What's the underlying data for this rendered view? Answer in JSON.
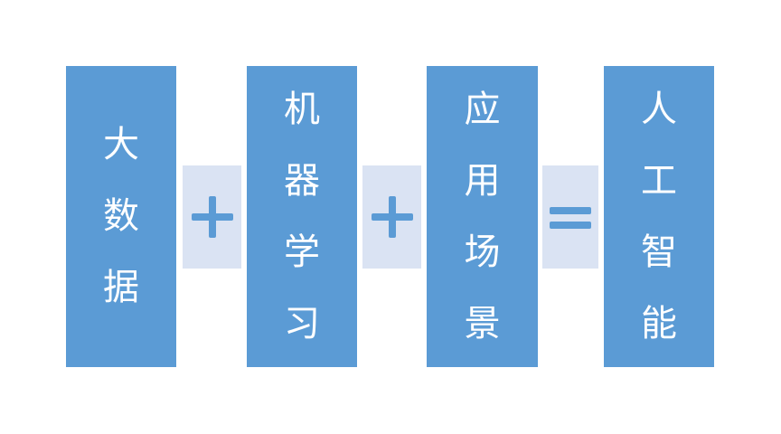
{
  "terms": [
    {
      "chars": [
        "大",
        "数",
        "据"
      ]
    },
    {
      "chars": [
        "机",
        "器",
        "学",
        "习"
      ]
    },
    {
      "chars": [
        "应",
        "用",
        "场",
        "景"
      ]
    }
  ],
  "result": {
    "chars": [
      "人",
      "工",
      "智",
      "能"
    ]
  },
  "operators": [
    "plus",
    "plus",
    "equals"
  ],
  "colors": {
    "box": "#5b9bd5",
    "operator_bg": "#dae3f3",
    "text": "#ffffff"
  }
}
